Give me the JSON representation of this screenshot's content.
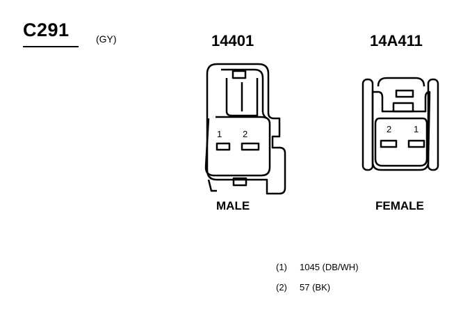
{
  "connector": {
    "id": "C291",
    "color_code": "(GY)"
  },
  "male": {
    "part_number": "14401",
    "label": "MALE",
    "pins": [
      "1",
      "2"
    ]
  },
  "female": {
    "part_number": "14A411",
    "label": "FEMALE",
    "pins": [
      "2",
      "1"
    ]
  },
  "legend": [
    {
      "index": "(1)",
      "circuit": "1045 (DB/WH)"
    },
    {
      "index": "(2)",
      "circuit": "57 (BK)"
    }
  ]
}
